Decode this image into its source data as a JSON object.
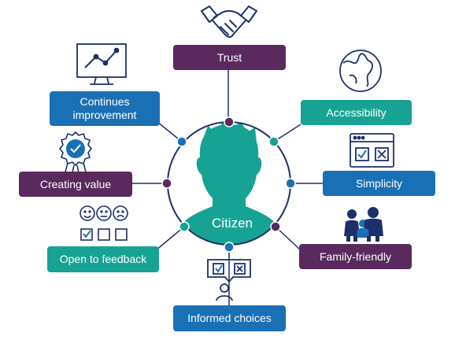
{
  "diagram": {
    "center_label": "Citizen",
    "nodes": [
      {
        "id": "trust",
        "label": "Trust",
        "color": "#5a2a5e",
        "icon": "handshake-icon"
      },
      {
        "id": "accessibility",
        "label": "Accessibility",
        "color": "#17a394",
        "icon": "globe-icon"
      },
      {
        "id": "simplicity",
        "label": "Simplicity",
        "color": "#1a70b5",
        "icon": "checkbox-window-icon"
      },
      {
        "id": "family",
        "label": "Family-friendly",
        "color": "#5a2a5e",
        "icon": "family-icon"
      },
      {
        "id": "informed",
        "label": "Informed choices",
        "color": "#1a70b5",
        "icon": "choice-person-icon"
      },
      {
        "id": "feedback",
        "label": "Open to feedback",
        "color": "#17a394",
        "icon": "feedback-faces-icon"
      },
      {
        "id": "value",
        "label": "Creating value",
        "color": "#5a2a5e",
        "icon": "award-ribbon-icon"
      },
      {
        "id": "improvement",
        "label": "Continues\nimprovement",
        "color": "#1a70b5",
        "icon": "monitor-chart-icon"
      }
    ],
    "colors": {
      "head": "#17a394",
      "ring": "#1d2f6b",
      "icon_stroke": "#1d2f6b",
      "icon_fill": "#1a70b5"
    }
  }
}
